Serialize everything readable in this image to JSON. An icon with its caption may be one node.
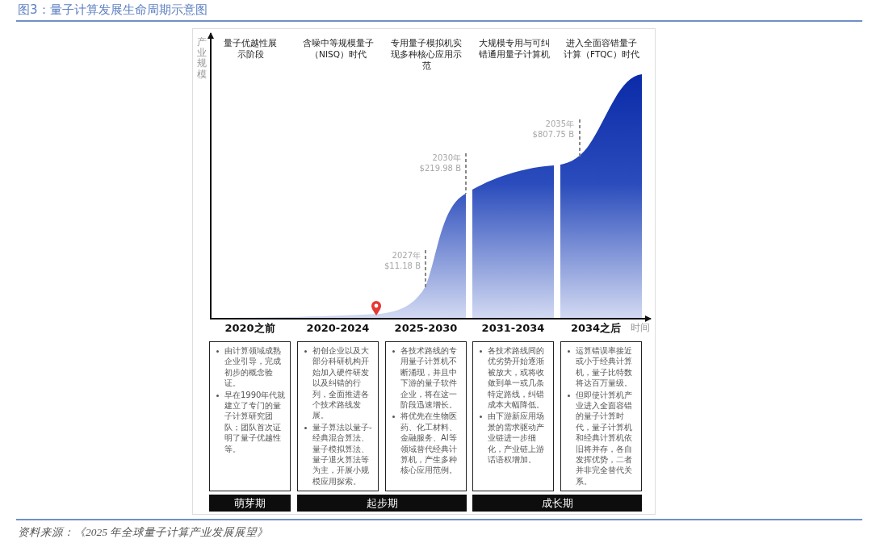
{
  "diagram": {
    "title": "图3：量子计算发展生命周期示意图",
    "caption": "资料来源：《2025 年全球量子计算产业发展展望》",
    "nodes": [
      {
        "text": [
          "由计算领域成熟企业引导，完成初步的概念验证。",
          "早在1990年代就建立了专门的量子计算研究团队；团队首次证明了量子优越性等。"
        ]
      },
      {
        "text": [
          "初创企业以及大部分科研机构开始加入硬件研发以及纠错的行列，全面推进各个技术路线发展。",
          "量子算法以量子-经典混合算法、量子模拟算法、量子退火算法等为主，开展小规模应用探索。"
        ]
      },
      {
        "text": [
          "各技术路线的专用量子计算机不断涌现，并且中下游的量子软件企业，将在这一阶段迅速增长。",
          "将优先在生物医药、化工材料、金融服务、AI等领域替代经典计算机，产生多种核心应用范例。"
        ]
      },
      {
        "text": [
          "各技术路线间的优劣势开始逐渐被放大，或将收敛到单一或几条特定路线，纠错成本大幅降低。",
          "由下游新应用场景的需求驱动产业链进一步细化，产业链上游话语权增加。"
        ]
      },
      {
        "text": [
          "运算错误率接近或小于经典计算机，量子比特数将达百万量级。",
          "但即使计算机产业进入全面容错的量子计算时代，量子计算机和经典计算机依旧将并存，各自发挥优势，二者并非完全替代关系。"
        ]
      },
      {
        "text": [
          "萌芽期"
        ]
      },
      {
        "text": [
          "起步期"
        ]
      },
      {
        "text": [
          "成长期"
        ]
      }
    ],
    "labels": [
      "产业规模",
      "量子优越性展示阶段",
      "含噪中等规模量子（NISQ）时代",
      "专用量子模拟机实现多种核心应用示范",
      "大规模专用与可纠错通用量子计算机",
      "进入全面容错量子计算（FTQC）时代",
      "2035年",
      "$807.75 B",
      "2030年",
      "$219.98 B",
      "2027年",
      "$11.18 B",
      "2020之前",
      "2020-2024",
      "2025-2030",
      "2031-2034",
      "2034之后",
      "时间"
    ]
  }
}
